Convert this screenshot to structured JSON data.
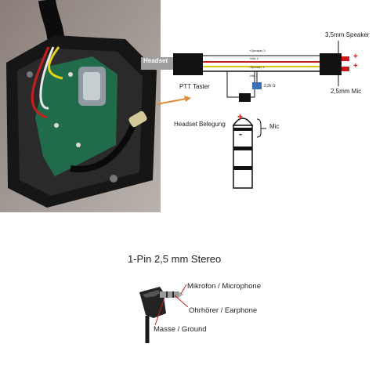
{
  "wiring": {
    "headset_label": "Headset",
    "speaker_35_label": "3,5mm Speaker",
    "mic_25_label": "2,5mm Mic",
    "ptt_label": "PTT Taster",
    "resistor_label": "2,2k Ω",
    "wires": [
      {
        "label": "+Speaker",
        "pin": "3",
        "color": "#c81e1e"
      },
      {
        "label": "+Mic",
        "pin": "2",
        "color": "#c81e1e"
      },
      {
        "label": "-Speaker",
        "pin": "4",
        "color": "#e0c800"
      },
      {
        "label": "-Mic",
        "pin": "1",
        "color": "#111111"
      }
    ],
    "plus_symbols": [
      "+",
      "+"
    ]
  },
  "belegung": {
    "title": "Headset Belegung",
    "mic_label": "Mic",
    "plus_symbol": "+",
    "minus_symbol": "-"
  },
  "stereo": {
    "title": "1-Pin 2,5 mm Stereo",
    "labels": {
      "mic": "Mikrofon / Microphone",
      "earphone": "Ohrhörer / Earphone",
      "ground": "Masse / Ground"
    }
  },
  "colors": {
    "red": "#c81e1e",
    "yellow": "#e0c800",
    "arrow": "#e08a3c",
    "pcb": "#1f6b4a",
    "plug_red": "#cc1a1a"
  }
}
